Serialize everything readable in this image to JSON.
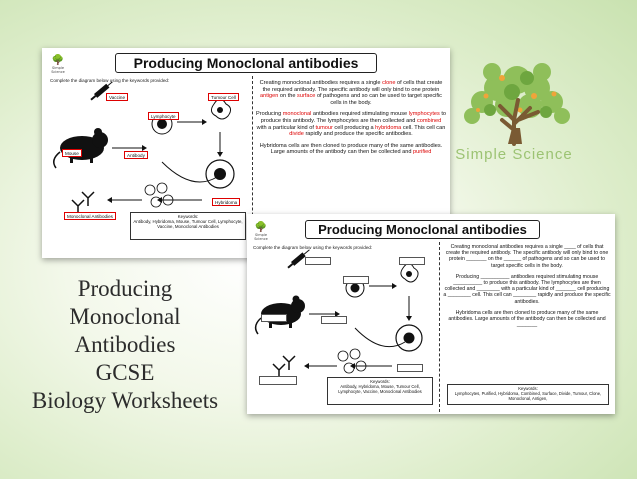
{
  "brand": {
    "name": "Simple Science"
  },
  "promo_title": [
    "Producing",
    "Monoclonal",
    "Antibodies",
    "GCSE",
    "Biology Worksheets"
  ],
  "worksheet_title": "Producing Monoclonal antibodies",
  "mini_logo_text": "Simple Science",
  "instruction": "Complete the diagram below using the keywords provided:",
  "back_sheet": {
    "labels": [
      "Vaccine",
      "Tumour Cell",
      "Lymphocyte",
      "Mouse",
      "Antibody",
      "Hybridoma",
      "Monoclonal Antibodies"
    ],
    "keywords_title": "Keywords:",
    "keywords_text": "Antibody, Hybridoma, Mouse, Tumour Cell, Lymphocyte, Vaccine, Monoclonal Antibodies",
    "para1": [
      {
        "t": "Creating monoclonal antibodies requires a single "
      },
      {
        "t": "clone",
        "h": true
      },
      {
        "t": " of cells that create the required antibody. The specific antibody will only bind to one protein "
      },
      {
        "t": "antigen",
        "h": true
      },
      {
        "t": " on the "
      },
      {
        "t": "surface",
        "h": true
      },
      {
        "t": " of pathogens and so can be used to target specific cells in the body."
      }
    ],
    "para2": [
      {
        "t": "Producing "
      },
      {
        "t": "monoclonal",
        "h": true
      },
      {
        "t": " antibodies required stimulating mouse "
      },
      {
        "t": "lymphocytes",
        "h": true
      },
      {
        "t": " to produce this antibody. The lymphocytes are then collected and "
      },
      {
        "t": "combined",
        "h": true
      },
      {
        "t": " with a particular kind of "
      },
      {
        "t": "tumour",
        "h": true
      },
      {
        "t": " cell producing a "
      },
      {
        "t": "hybridoma",
        "h": true
      },
      {
        "t": " cell. This cell can "
      },
      {
        "t": "divide",
        "h": true
      },
      {
        "t": " rapidly and produce the specific antibodies."
      }
    ],
    "para3": [
      {
        "t": "Hybridoma cells are then cloned to produce many of the same antibodies. Large amounts of the antibody can then be collected and "
      },
      {
        "t": "purified",
        "h": true
      }
    ]
  },
  "front_sheet": {
    "keywords_title": "Keywords:",
    "keywords_text": "Antibody, Hybridoma, Mouse, Tumour Cell, Lymphocyte, Vaccine, Monoclonal Antibodies",
    "para1": "Creating monoclonal antibodies requires a single ____ of cells that create the required antibody. The specific antibody will only bind to one protein _______ on the ______ of pathogens and so can be used to target specific cells in the body.",
    "para2": "Producing __________ antibodies required stimulating mouse __________ to produce this antibody. The lymphocytes are then collected and ________ with a particular kind of _______ cell producing a ________ cell. This cell can ________ rapidly and produce the specific antibodies.",
    "para3": "Hybridoma cells are then cloned to produce many of the same antibodies. Large amounts of the antibody can then be collected and _______",
    "kw2_title": "Keywords:",
    "kw2_text": "Lymphocytes, Purified, Hybridoma, Combined, Surface, Divide, Tumour, Clone, Monoclonal, Antigen,"
  },
  "colors": {
    "highlight": "#dd0000",
    "brand_green": "#9cc373",
    "tree_trunk": "#7a5a33"
  }
}
